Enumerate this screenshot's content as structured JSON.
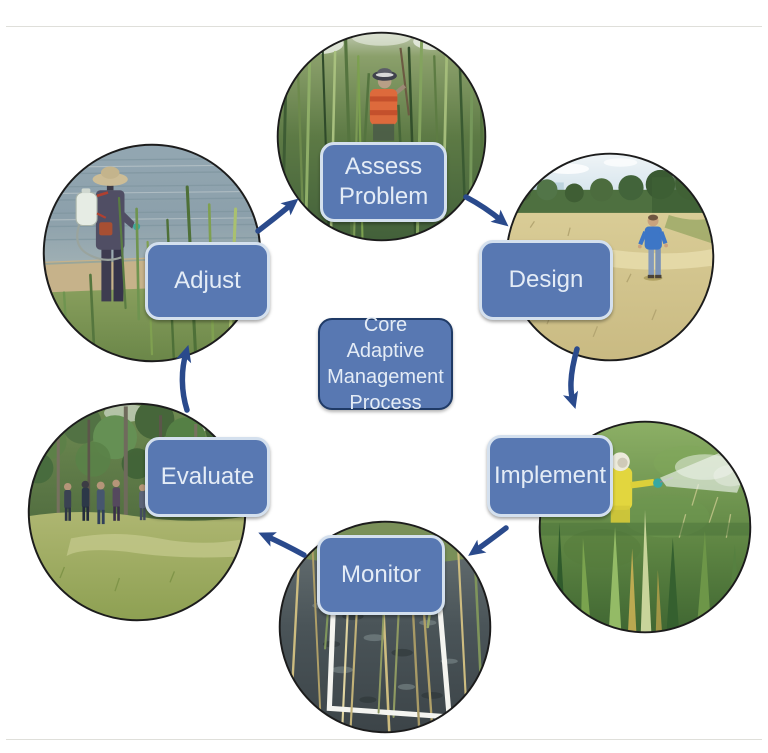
{
  "diagram": {
    "center_label": "Core Adaptive Management Process",
    "nodes": [
      {
        "id": "assess",
        "label": "Assess Problem",
        "photo": "surveyor-in-tall-reeds-wearing-orange-vest"
      },
      {
        "id": "design",
        "label": "Design",
        "photo": "man-in-blue-shirt-standing-in-mowed-field"
      },
      {
        "id": "implement",
        "label": "Implement",
        "photo": "worker-in-yellow-suit-spraying-vegetation"
      },
      {
        "id": "monitor",
        "label": "Monitor",
        "photo": "white-quadrat-frame-in-marsh-water"
      },
      {
        "id": "evaluate",
        "label": "Evaluate",
        "photo": "group-of-people-in-grassy-clearing"
      },
      {
        "id": "adjust",
        "label": "Adjust",
        "photo": "person-with-backpack-sprayer-on-lake-shore"
      }
    ],
    "arrows": [
      {
        "from": "Assess Problem",
        "to": "Design"
      },
      {
        "from": "Design",
        "to": "Implement"
      },
      {
        "from": "Implement",
        "to": "Monitor"
      },
      {
        "from": "Monitor",
        "to": "Evaluate"
      },
      {
        "from": "Evaluate",
        "to": "Adjust"
      },
      {
        "from": "Adjust",
        "to": "Assess Problem"
      }
    ],
    "colors": {
      "label_fill": "#5878b2",
      "label_border": "#d4e0ee",
      "center_label_border": "#1f3a66",
      "arrow": "#2a4a8c",
      "label_text": "#e4ecf6",
      "background": "#ffffff"
    }
  }
}
